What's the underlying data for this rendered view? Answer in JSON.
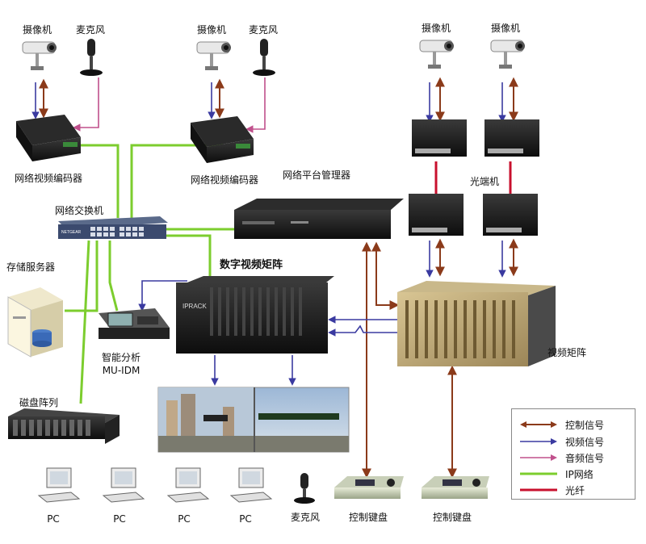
{
  "labels": {
    "camera": "摄像机",
    "microphone": "麦克风",
    "encoder": "网络视频编码器",
    "network_switch": "网络交换机",
    "platform_manager": "网络平台管理器",
    "optical_transceiver": "光端机",
    "storage_server": "存储服务器",
    "digital_matrix": "数字视频矩阵",
    "video_matrix": "视频矩阵",
    "smart_analysis": "智能分析",
    "smart_analysis_model": "MU-IDM",
    "disk_array": "磁盘阵列",
    "pc": "PC",
    "control_keyboard": "控制键盘",
    "matrix_brand": "IPRACK",
    "switch_brand": "NETGEAR"
  },
  "legend": {
    "items": [
      {
        "label": "控制信号",
        "type": "double-arrow",
        "color": "#8b3a1a"
      },
      {
        "label": "视频信号",
        "type": "arrow",
        "color": "#3a3aa0"
      },
      {
        "label": "音频信号",
        "type": "arrow",
        "color": "#c0508c"
      },
      {
        "label": "IP网络",
        "type": "line",
        "color": "#7ccd2e"
      },
      {
        "label": "光纤",
        "type": "line",
        "color": "#c8102e"
      }
    ]
  },
  "colors": {
    "control": "#8b3a1a",
    "video": "#3a3aa0",
    "audio": "#c0508c",
    "ip": "#7ccd2e",
    "fiber": "#c8102e",
    "device": "#1a1a1a",
    "matrix_body": "#c8b07a"
  }
}
